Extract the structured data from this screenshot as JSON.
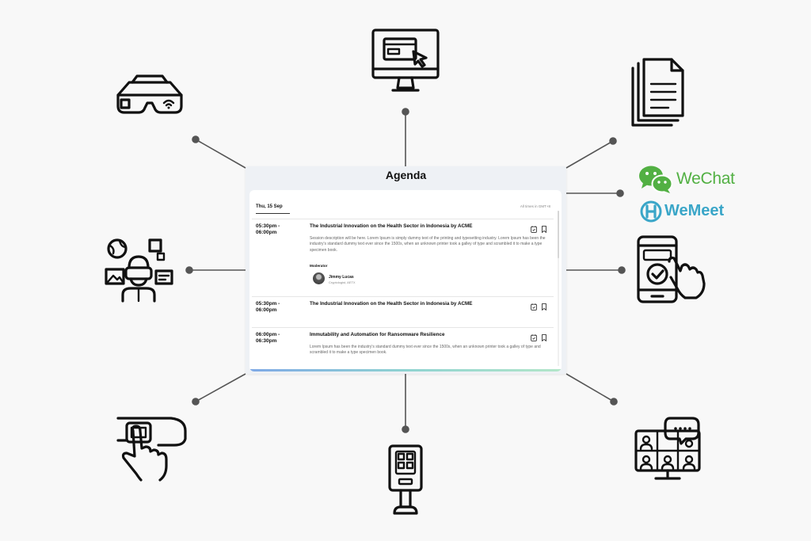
{
  "agenda": {
    "title": "Agenda",
    "date_tab": "Thu, 15 Sep",
    "timezone_note": "All times in GMT+8",
    "sessions": [
      {
        "time": "05:30pm -\n06:00pm",
        "title": "The Industrial Innovation on the Health Sector in Indonesia by ACME",
        "description": "Session description will be here. Lorem Ipsum is simply dummy text of the printing and typesetting industry. Lorem Ipsum has been the industry's standard dummy text ever since the 1500s, when an unknown printer took a galley of type and scrambled it to make a type specimen book.",
        "moderator_label": "Moderator",
        "moderator_name": "Jimmy Lucas",
        "moderator_role": "Cryptologist, AETX"
      },
      {
        "time": "05:30pm -\n06:00pm",
        "title": "The Industrial Innovation on the Health Sector in Indonesia by ACME"
      },
      {
        "time": "06:00pm -\n06:30pm",
        "title": "Immutability and Automation for Ransomware Resilience",
        "description": "Lorem Ipsum has been the industry's standard dummy text ever since the 1500s, when an unknown printer took a galley of type and scrambled it to make a type specimen book."
      }
    ]
  },
  "logos": {
    "wechat": "WeChat",
    "wemeet": "WeMeet",
    "wechat_color": "#52b043",
    "wemeet_color": "#3aa6c8"
  },
  "icons": [
    "smart-glasses-icon",
    "desktop-monitor-click-icon",
    "documents-stack-icon",
    "vr-user-media-icon",
    "smartphone-tap-check-icon",
    "smartwatch-touch-icon",
    "kiosk-terminal-icon",
    "video-conference-icon"
  ]
}
